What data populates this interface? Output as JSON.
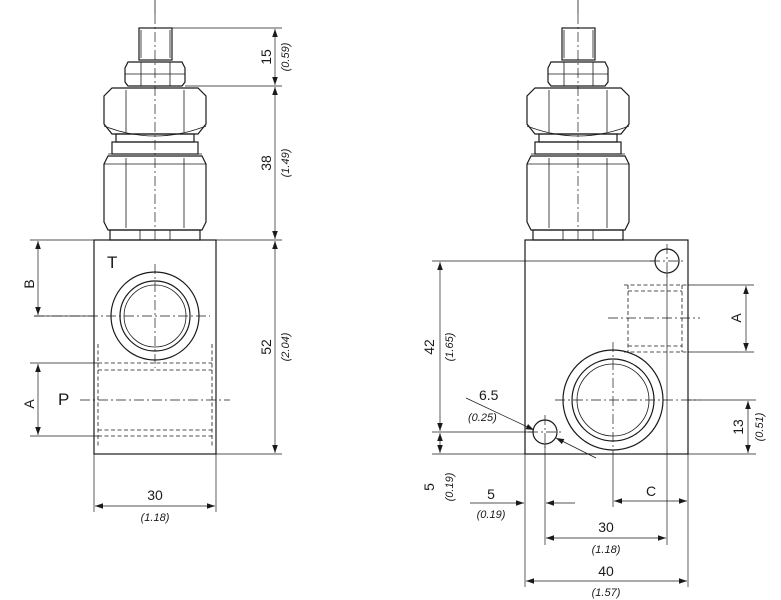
{
  "left_view": {
    "port_labels": {
      "t": "T",
      "p": "P",
      "a": "A",
      "b": "B"
    },
    "dims": {
      "top_mm": "15",
      "top_in": "(0.59)",
      "mid_mm": "38",
      "mid_in": "(1.49)",
      "body_mm": "52",
      "body_in": "(2.04)",
      "width_mm": "30",
      "width_in": "(1.18)"
    }
  },
  "right_view": {
    "dims": {
      "h42_mm": "42",
      "h42_in": "(1.65)",
      "hole_mm": "6.5",
      "hole_in": "(0.25)",
      "edge5v_mm": "5",
      "edge5v_in": "(0.19)",
      "edge5h_mm": "5",
      "edge5h_in": "(0.19)",
      "a_label": "A",
      "h13_mm": "13",
      "h13_in": "(0.51)",
      "c_label": "C",
      "w30_mm": "30",
      "w30_in": "(1.18)",
      "w40_mm": "40",
      "w40_in": "(1.57)"
    }
  },
  "colors": {
    "line": "#1a1a1a",
    "background": "#ffffff"
  }
}
